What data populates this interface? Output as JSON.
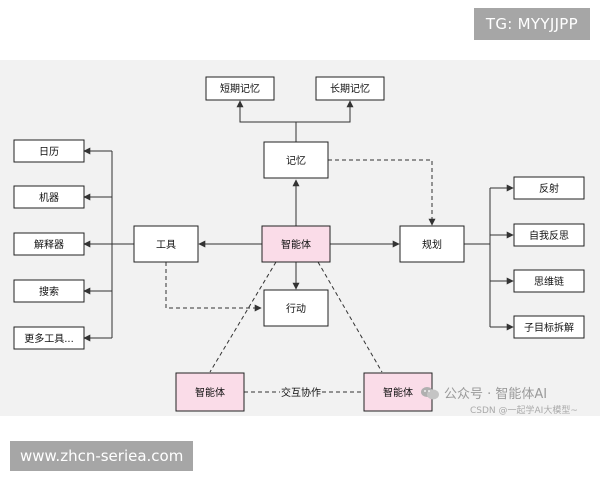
{
  "watermarks": {
    "top": "TG: MYYJJPP",
    "bottom": "www.zhcn-seriea.com",
    "wechat": "公众号 · 智能体AI",
    "csdn": "CSDN @一起学AI大模型~"
  },
  "nodes": {
    "agent": "智能体",
    "memory": "记忆",
    "short_memory": "短期记忆",
    "long_memory": "长期记忆",
    "tools": "工具",
    "calendar": "日历",
    "machine": "机器",
    "interpreter": "解释器",
    "search": "搜索",
    "more_tools": "更多工具...",
    "action": "行动",
    "planning": "规划",
    "reflection": "反射",
    "self_reflection": "自我反思",
    "chain_of_thought": "思维链",
    "subgoal": "子目标拆解",
    "agent_left": "智能体",
    "agent_right": "智能体"
  },
  "edge_labels": {
    "collab": "交互协作"
  },
  "colors": {
    "agent_fill": "#fadce8",
    "box_fill": "#ffffff",
    "canvas_bg": "#f2f2f2"
  }
}
